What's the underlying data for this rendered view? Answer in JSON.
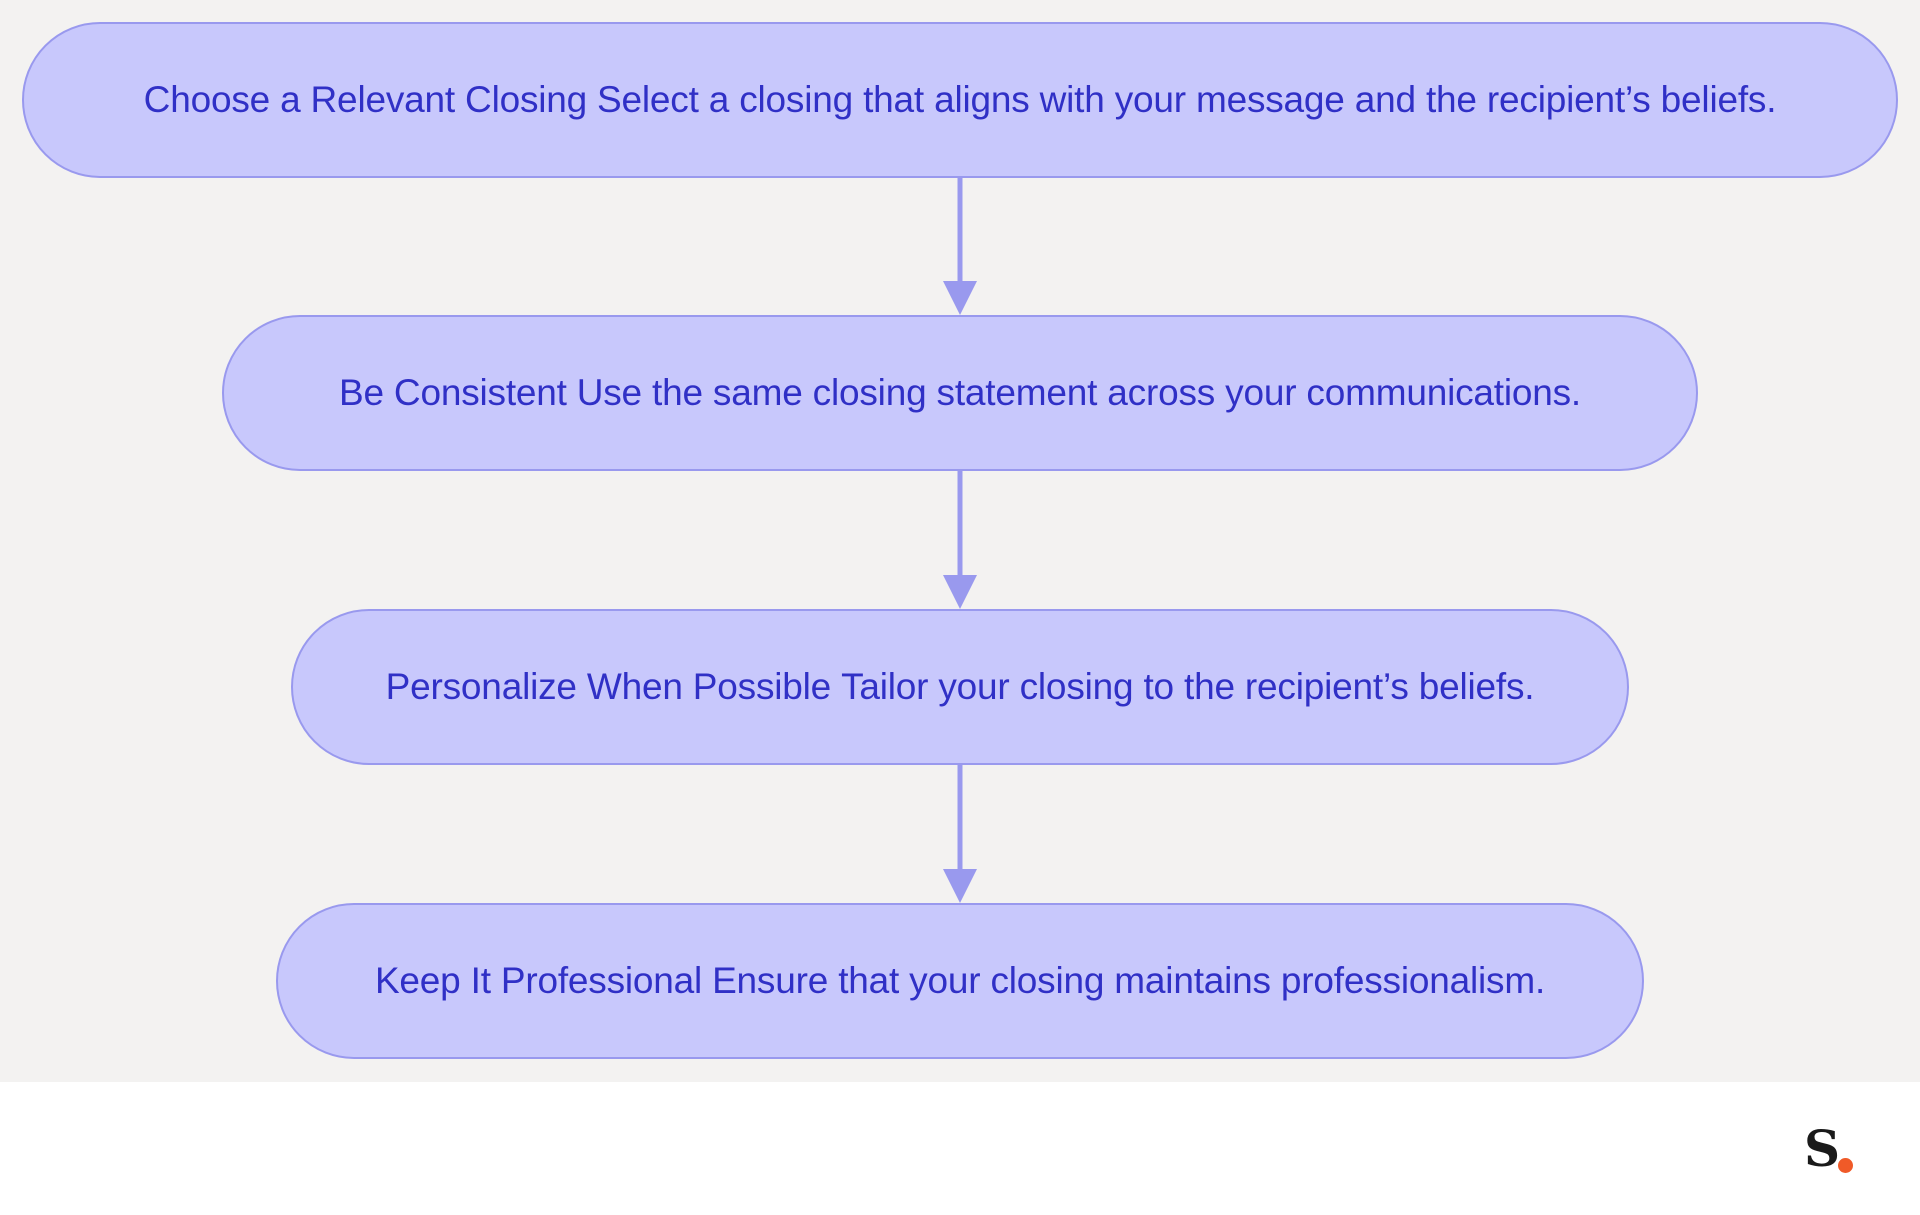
{
  "diagram": {
    "nodes": [
      {
        "title": "Choose a Relevant Closing",
        "description": "Select a closing that aligns with your message and the recipient’s beliefs."
      },
      {
        "title": "Be Consistent",
        "description": "Use the same closing statement across your communications."
      },
      {
        "title": "Personalize When Possible",
        "description": "Tailor your closing to the recipient’s beliefs."
      },
      {
        "title": "Keep It Professional",
        "description": "Ensure that your closing maintains professionalism."
      }
    ],
    "edges": [
      {
        "from": 0,
        "to": 1
      },
      {
        "from": 1,
        "to": 2
      },
      {
        "from": 2,
        "to": 3
      }
    ]
  },
  "colors": {
    "canvas_background": "#f3f2f1",
    "node_fill": "#c8c8fc",
    "node_border": "#9999ee",
    "node_text": "#3030c6",
    "arrow": "#9999ee",
    "brand_dot": "#f05a28",
    "brand_letter": "#1a1a1a"
  },
  "brand": {
    "logo_letter": "S",
    "logo_icon": "brand-logo-icon"
  }
}
